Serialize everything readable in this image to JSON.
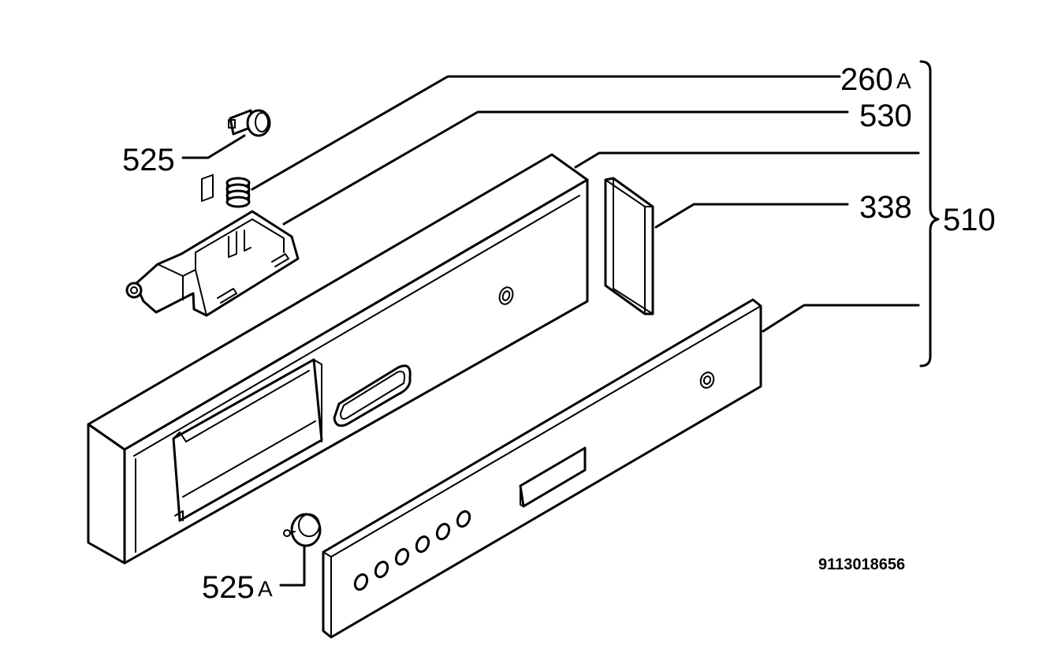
{
  "diagram": {
    "labels": {
      "p260a_main": "260",
      "p260a_suffix": "A",
      "p530": "530",
      "p525": "525",
      "p338": "338",
      "p510": "510",
      "p525a_main": "525",
      "p525a_suffix": "A"
    },
    "drawing_code": "9113018656"
  }
}
